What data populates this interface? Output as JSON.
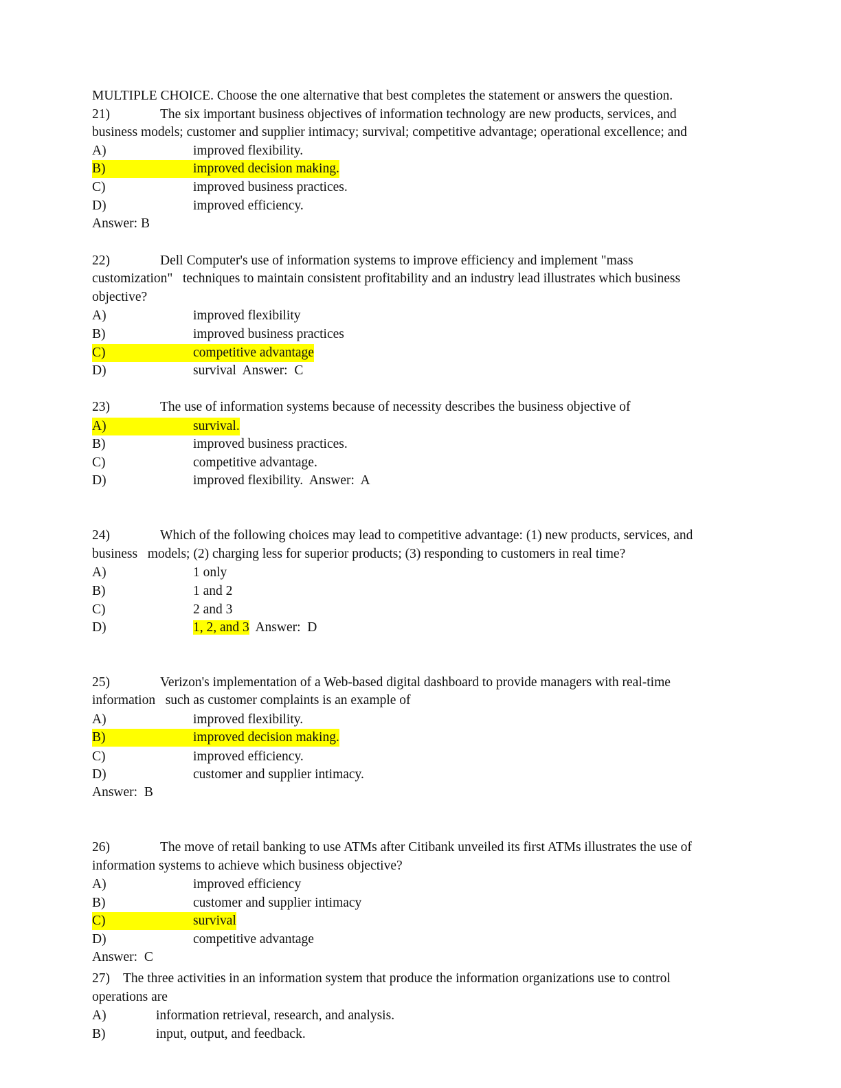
{
  "header": "MULTIPLE CHOICE.  Choose the one alternative that best completes the statement or answers the question.",
  "q21": {
    "num": "21)",
    "line1": "The six important business objectives of information technology are new products, services, and",
    "line2": "business models; customer and supplier intimacy; survival; competitive advantage; operational excellence; and",
    "options": [
      {
        "label": "A)",
        "text": "improved flexibility."
      },
      {
        "label": "B)",
        "text": "improved decision making."
      },
      {
        "label": "C)",
        "text": "improved business practices."
      },
      {
        "label": "D)",
        "text": "improved efficiency."
      }
    ],
    "answer": "Answer:  B"
  },
  "q22": {
    "num": "22)",
    "line1": "Dell Computer's use of information systems to improve efficiency and implement \"mass",
    "line2": "customization\"   techniques to maintain consistent profitability and an industry lead illustrates which business",
    "line3": "objective?",
    "options": [
      {
        "label": "A)",
        "text": "improved flexibility"
      },
      {
        "label": "B)",
        "text": "improved business practices"
      },
      {
        "label": "C)",
        "text": "competitive advantage"
      },
      {
        "label": "D)",
        "text": "survival"
      }
    ],
    "answer": "Answer:  C"
  },
  "q23": {
    "num": "23)",
    "line1": "The use of information systems because of necessity describes the business objective of",
    "options": [
      {
        "label": "A)",
        "text": "survival."
      },
      {
        "label": "B)",
        "text": "improved business practices."
      },
      {
        "label": "C)",
        "text": "competitive advantage."
      },
      {
        "label": "D)",
        "text": "improved flexibility."
      }
    ],
    "answer": "Answer:  A"
  },
  "q24": {
    "num": "24)",
    "line1": "Which of the following choices may lead to competitive advantage: (1) new products, services, and",
    "line2": "business   models; (2) charging less for superior products; (3) responding to customers in real time?",
    "options": [
      {
        "label": "A)",
        "text": "1 only"
      },
      {
        "label": "B)",
        "text": "1 and 2"
      },
      {
        "label": "C)",
        "text": "2 and 3"
      },
      {
        "label": "D)",
        "text": "1, 2, and 3"
      }
    ],
    "answer": "Answer:  D"
  },
  "q25": {
    "num": "25)",
    "line1": "Verizon's implementation of a Web-based digital dashboard to provide managers with real-time",
    "line2": "information   such as customer complaints is an example of",
    "options": [
      {
        "label": "A)",
        "text": "improved flexibility."
      },
      {
        "label": "B)",
        "text": "improved decision making."
      },
      {
        "label": "C)",
        "text": "improved efficiency."
      },
      {
        "label": "D)",
        "text": "customer and supplier intimacy."
      }
    ],
    "answer": "Answer:  B"
  },
  "q26": {
    "num": "26)",
    "line1": "The move of retail banking to use ATMs after Citibank unveiled its first ATMs illustrates the use of",
    "line2": "information systems to achieve which business objective?",
    "options": [
      {
        "label": "A)",
        "text": "improved efficiency"
      },
      {
        "label": "B)",
        "text": "customer and supplier intimacy"
      },
      {
        "label": "C)",
        "text": "survival"
      },
      {
        "label": "D)",
        "text": "competitive advantage"
      }
    ],
    "answer": "Answer:  C"
  },
  "q27": {
    "num": "27)",
    "line1": "The three activities in an information system that produce the information organizations use to control",
    "line2": "operations are",
    "options": [
      {
        "label": "A)",
        "text": "information retrieval, research, and analysis."
      },
      {
        "label": "B)",
        "text": "input, output, and feedback."
      }
    ]
  },
  "highlight_color": "#ffff00"
}
